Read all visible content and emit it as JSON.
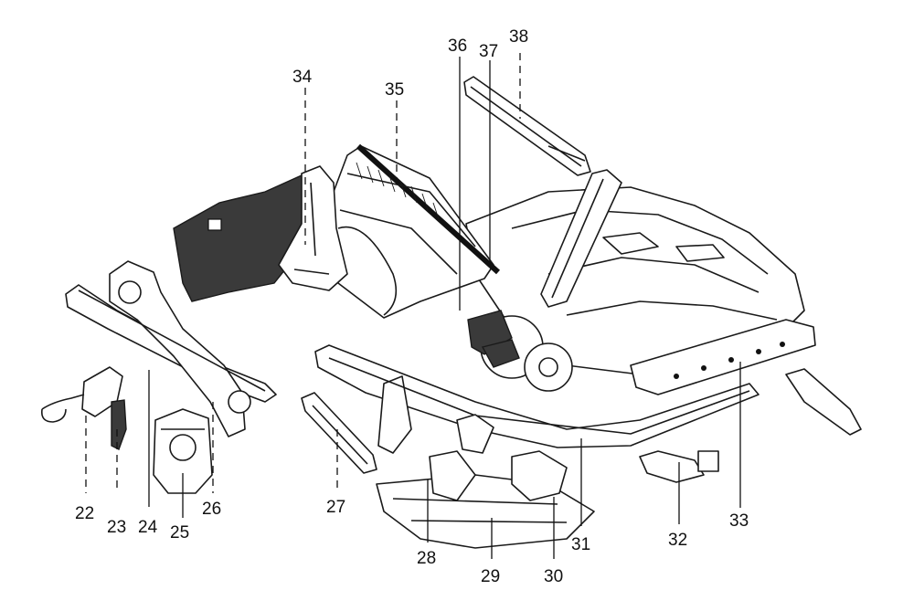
{
  "callouts": [
    {
      "id": "22",
      "label": "22"
    },
    {
      "id": "23",
      "label": "23"
    },
    {
      "id": "24",
      "label": "24"
    },
    {
      "id": "25",
      "label": "25"
    },
    {
      "id": "26",
      "label": "26"
    },
    {
      "id": "27",
      "label": "27"
    },
    {
      "id": "28",
      "label": "28"
    },
    {
      "id": "29",
      "label": "29"
    },
    {
      "id": "30",
      "label": "30"
    },
    {
      "id": "31",
      "label": "31"
    },
    {
      "id": "32",
      "label": "32"
    },
    {
      "id": "33",
      "label": "33"
    },
    {
      "id": "34",
      "label": "34"
    },
    {
      "id": "35",
      "label": "35"
    },
    {
      "id": "36",
      "label": "36"
    },
    {
      "id": "37",
      "label": "37"
    },
    {
      "id": "38",
      "label": "38"
    }
  ]
}
